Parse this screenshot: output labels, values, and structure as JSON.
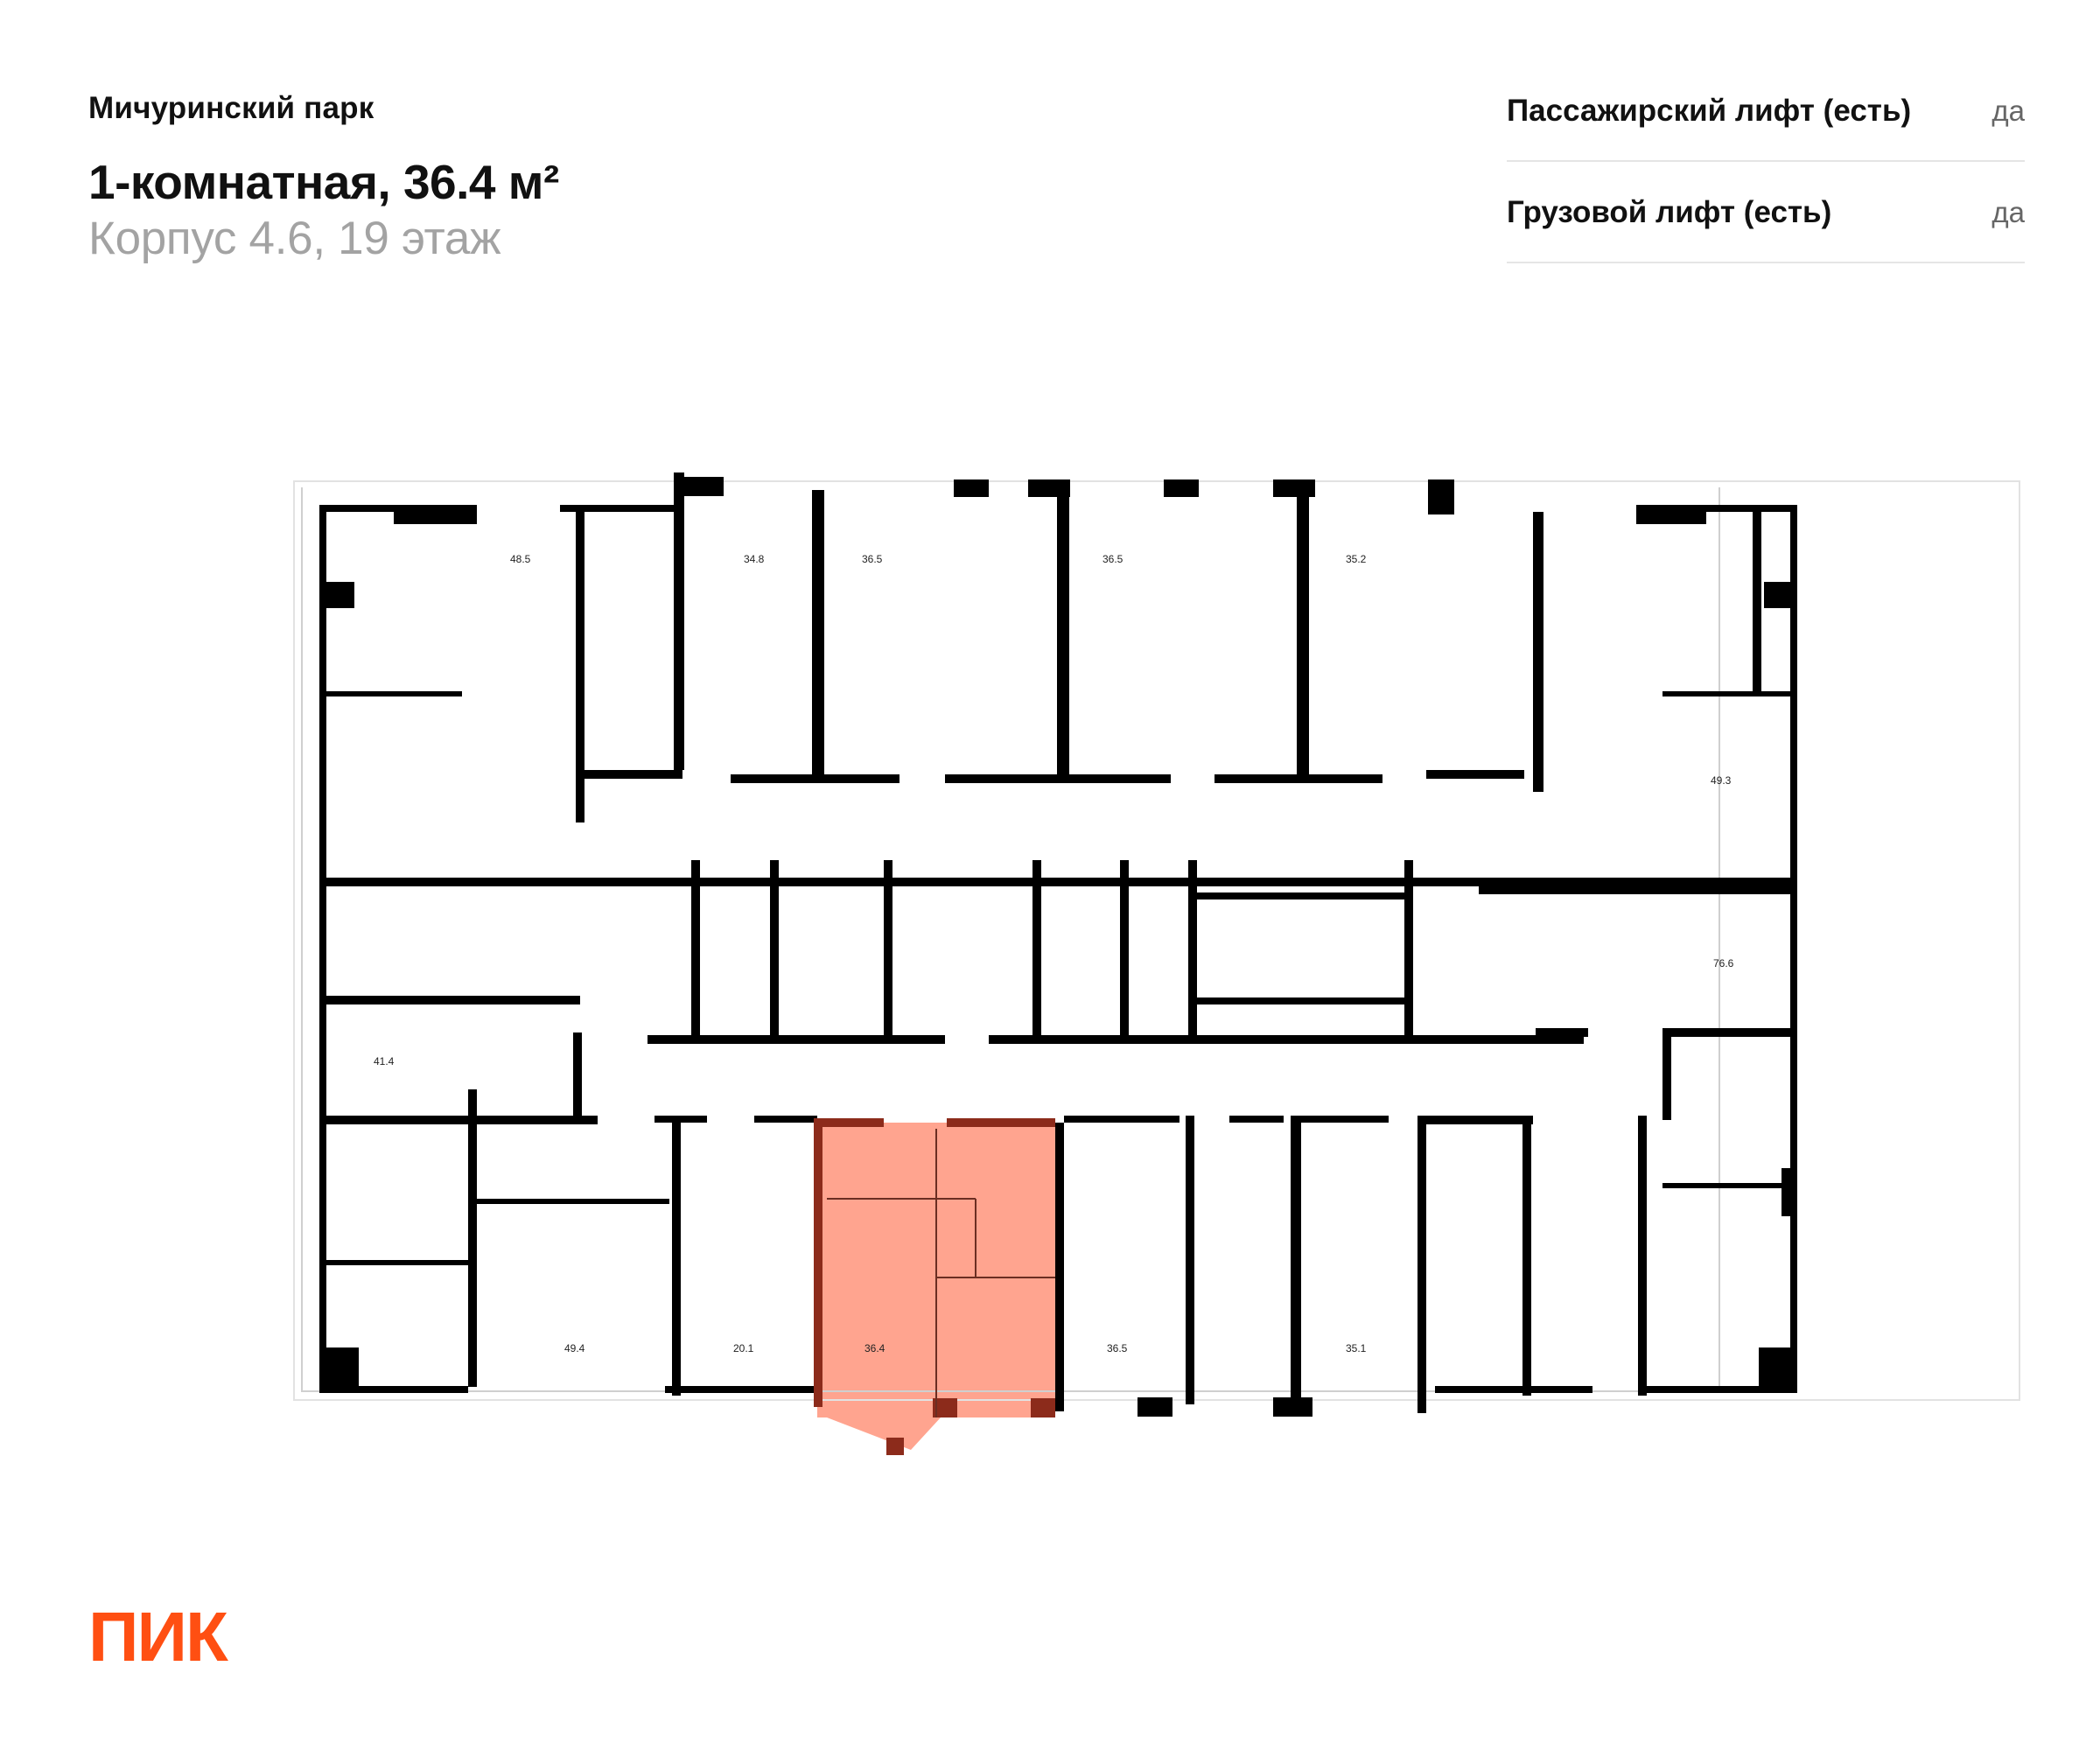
{
  "header": {
    "project": "Мичуринский парк",
    "title": "1-комнатная, 36.4 м²",
    "subtitle": "Корпус 4.6, 19 этаж"
  },
  "features": [
    {
      "label": "Пассажирский лифт (есть)",
      "value": "да"
    },
    {
      "label": "Грузовой лифт (есть)",
      "value": "да"
    }
  ],
  "plan": {
    "highlight_color": "#FFA48F",
    "highlight_wall_color": "#8C2B1B",
    "top_areas": [
      "48.5",
      "34.8",
      "36.5",
      "36.5",
      "35.2"
    ],
    "right_areas": [
      "49.3",
      "76.6"
    ],
    "left_areas": [
      "41.4"
    ],
    "bottom_areas": [
      "49.4",
      "20.1",
      "36.4",
      "36.5",
      "35.1"
    ]
  },
  "brand": {
    "logo_text": "ПИК",
    "color": "#FF4F12"
  }
}
